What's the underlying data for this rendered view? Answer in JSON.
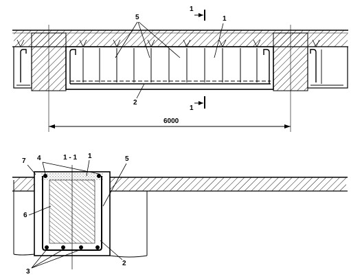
{
  "elevation": {
    "section_mark_top": "1",
    "section_mark_bottom": "1",
    "callout_5": "5",
    "callout_1": "1",
    "callout_2": "2",
    "span_dimension": "6000"
  },
  "section": {
    "title": "1 - 1",
    "callout_7": "7",
    "callout_4": "4",
    "callout_1": "1",
    "callout_5": "5",
    "callout_6": "6",
    "callout_3": "3",
    "callout_2": "2"
  }
}
